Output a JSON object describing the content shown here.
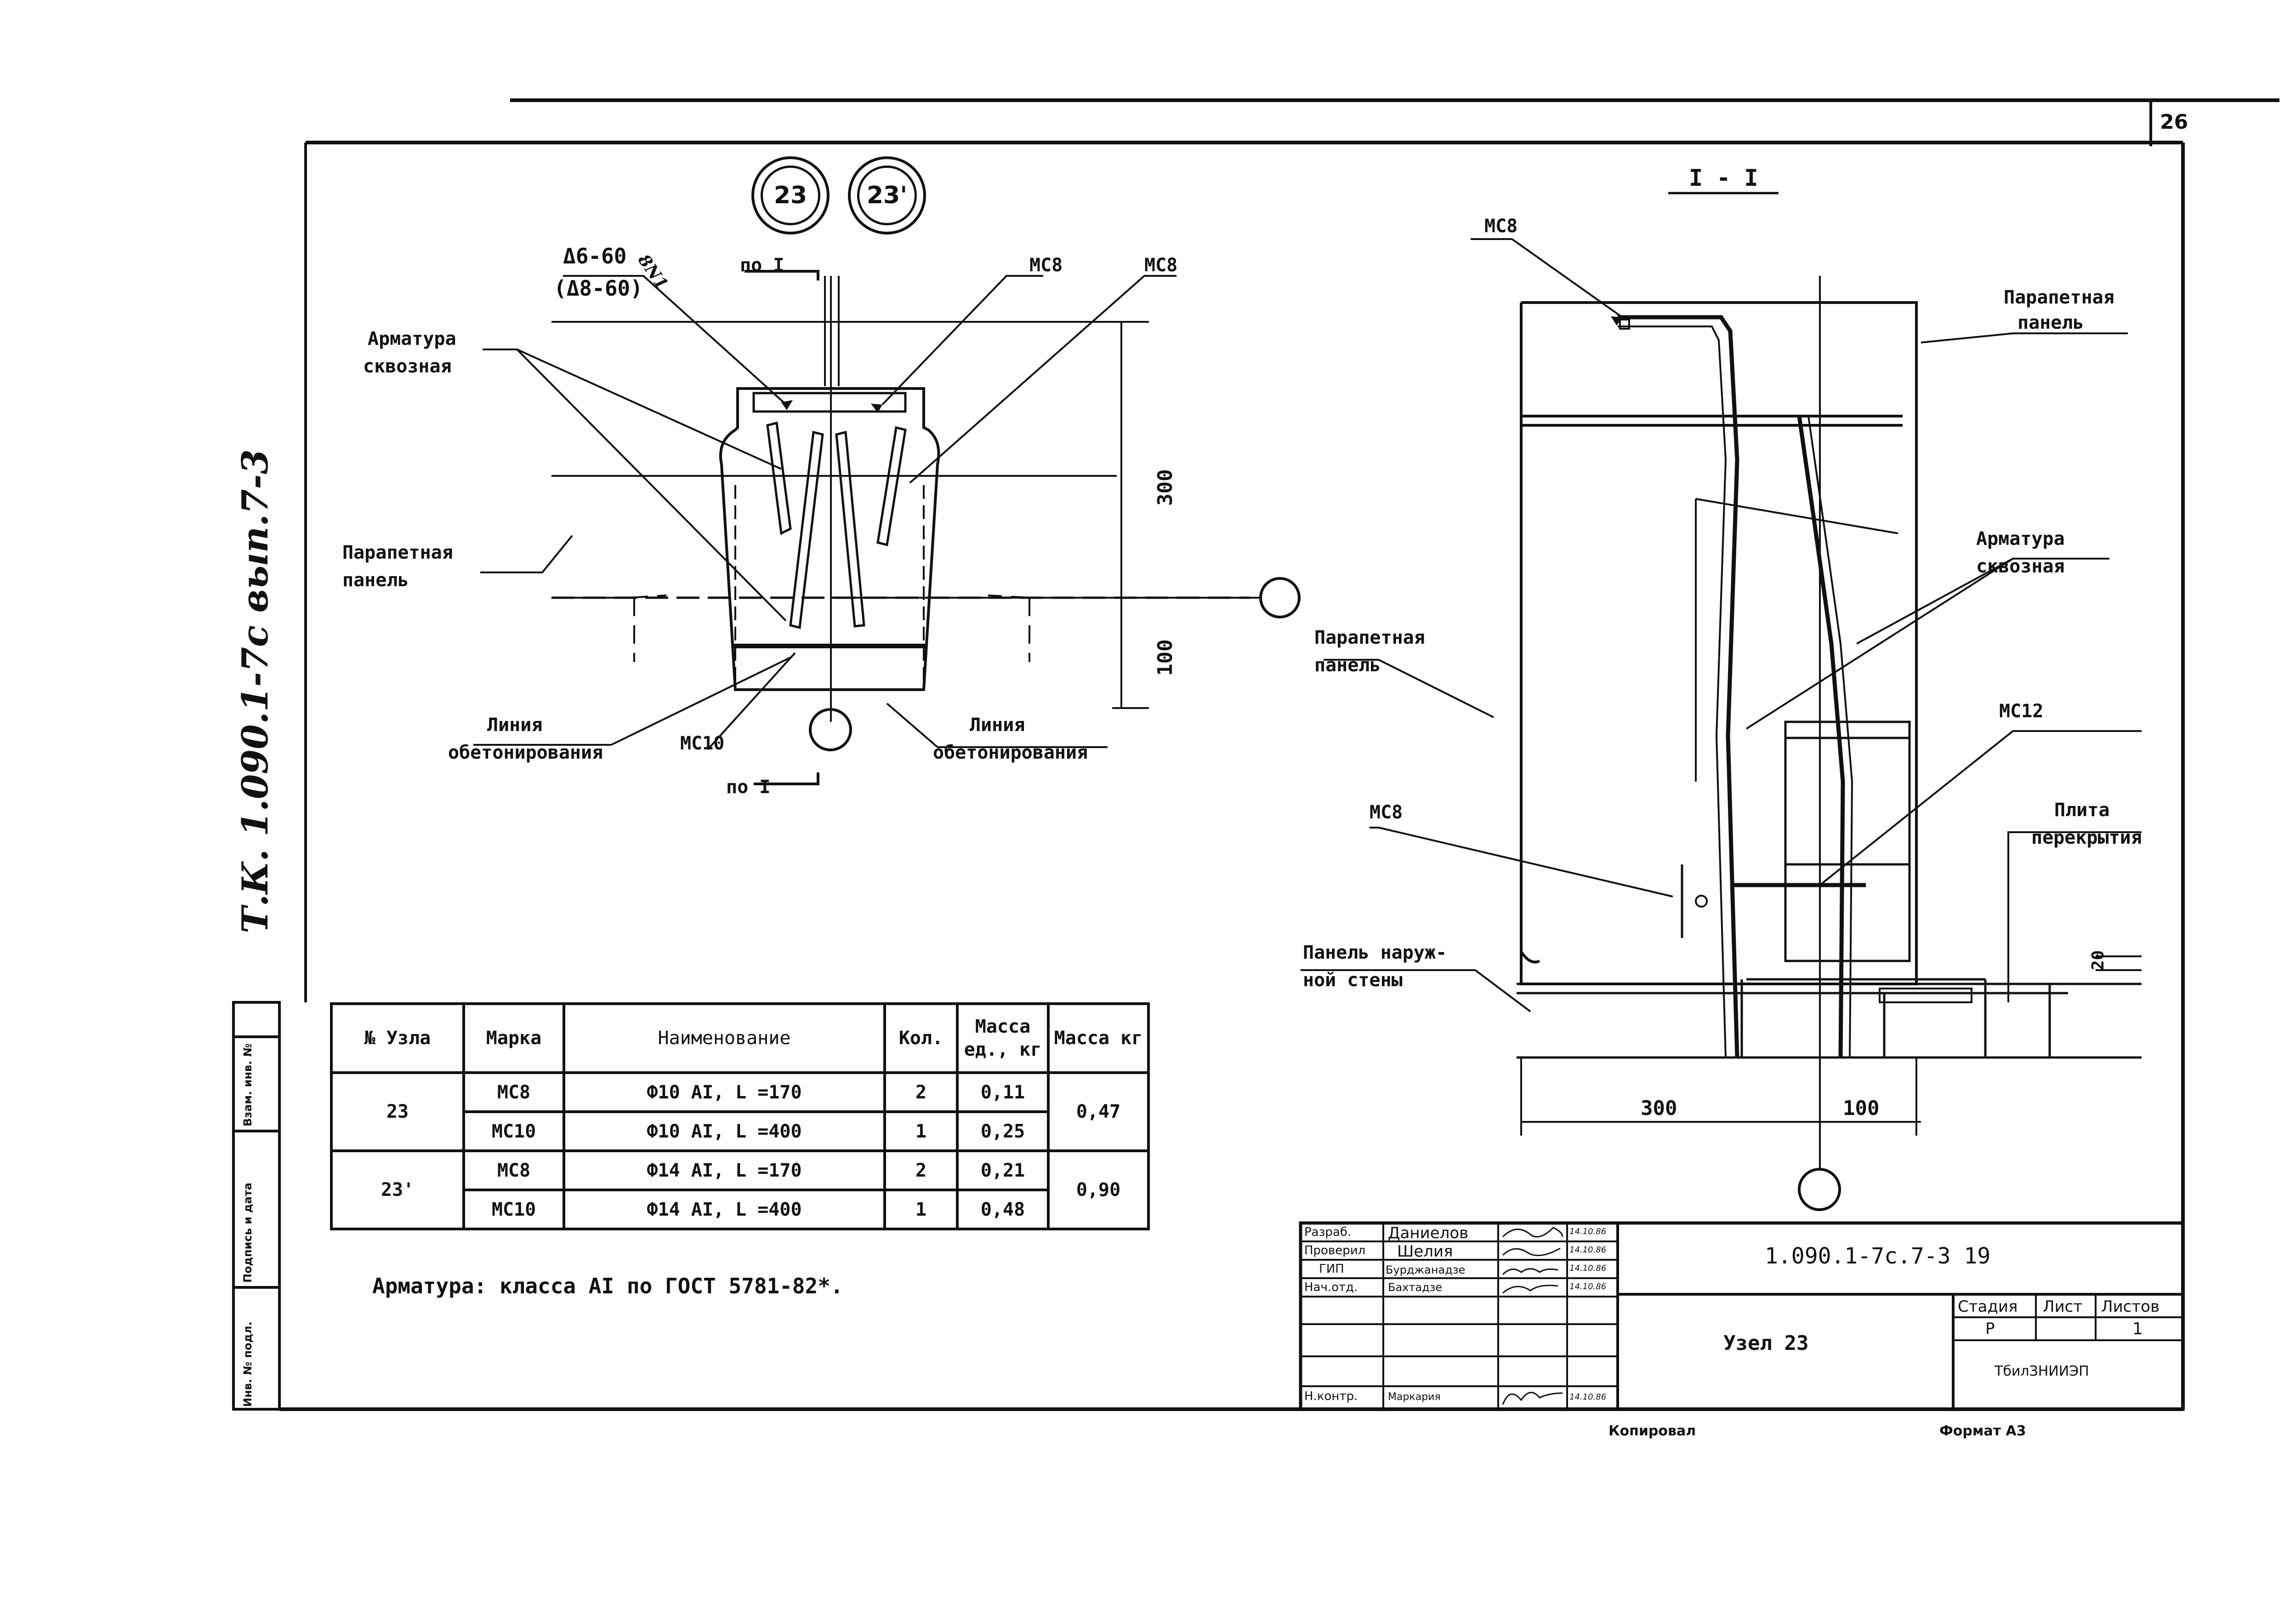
{
  "sheet": {
    "sheet_number": "26",
    "side_stamp": "Т.К. 1.090.1-7с вып.7-3",
    "side_box_labels": [
      "Инв. № подл.",
      "Подпись и дата",
      "Взам. инв. №"
    ],
    "copied_label": "Копировал",
    "format_label": "Формат А3"
  },
  "node_marks": {
    "left": "23",
    "right": "23'"
  },
  "plan": {
    "cut_top": "по I",
    "cut_bottom": "по I",
    "weld_top": "Δ6-60",
    "weld_bottom": "(Δ8-60)",
    "weld_note": "8N1",
    "labels": {
      "armatura": [
        "Арматура",
        "сквозная"
      ],
      "parapet": [
        "Парапетная",
        "панель"
      ],
      "line_left": [
        "Линия",
        "обетонирования"
      ],
      "line_right": [
        "Линия",
        "обетонирования"
      ],
      "mc8_a": "МС8",
      "mc8_b": "МС8",
      "mc10": "МС10"
    },
    "dims": {
      "d300": "300",
      "d100": "100"
    }
  },
  "section": {
    "title": "I - I",
    "labels": {
      "mc8_top": "МС8",
      "parapet_top": [
        "Парапетная",
        "панель"
      ],
      "armatura": [
        "Арматура",
        "сквозная"
      ],
      "parapet_mid": [
        "Парапетная",
        "панель"
      ],
      "mc12": "МС12",
      "slab": [
        "Плита",
        "перекрытия"
      ],
      "mc8_low": "МС8",
      "outer_wall": [
        "Панель наруж-",
        "ной стены"
      ],
      "d20": "20"
    },
    "dims": {
      "d300": "300",
      "d100": "100"
    }
  },
  "spec_table": {
    "headers": [
      "№ Узла",
      "Марка",
      "Наименование",
      "Кол.",
      "Масса ед., кг",
      "Масса кг"
    ],
    "groups": [
      {
        "node": "23",
        "total": "0,47",
        "rows": [
          {
            "mark": "МС8",
            "name": "Ф10 АI, L =170",
            "qty": "2",
            "mass": "0,11"
          },
          {
            "mark": "МС10",
            "name": "Ф10 АI, L =400",
            "qty": "1",
            "mass": "0,25"
          }
        ]
      },
      {
        "node": "23'",
        "total": "0,90",
        "rows": [
          {
            "mark": "МС8",
            "name": "Ф14 АI, L =170",
            "qty": "2",
            "mass": "0,21"
          },
          {
            "mark": "МС10",
            "name": "Ф14 АI, L =400",
            "qty": "1",
            "mass": "0,48"
          }
        ]
      }
    ]
  },
  "note": "Арматура: класса АI по ГОСТ 5781-82*.",
  "title_block": {
    "roles": [
      "Разраб.",
      "Проверил",
      "ГИП",
      "Нач.отд.",
      "Н.контр."
    ],
    "names": [
      "Даниелов",
      "Шелия",
      "Бурджанадзе",
      "Бахтадзе",
      "Маркария"
    ],
    "dates": [
      "14.10.86",
      "14.10.86",
      "14.10.86",
      "14.10.86",
      "14.10.86"
    ],
    "designation": "1.090.1-7с.7-3 19",
    "drawing_title": "Узел 23",
    "stage_label": "Стадия",
    "sheet_label": "Лист",
    "sheets_label": "Листов",
    "stage_value": "Р",
    "sheets_value": "1",
    "org": "ТбилЗНИИЭП"
  }
}
